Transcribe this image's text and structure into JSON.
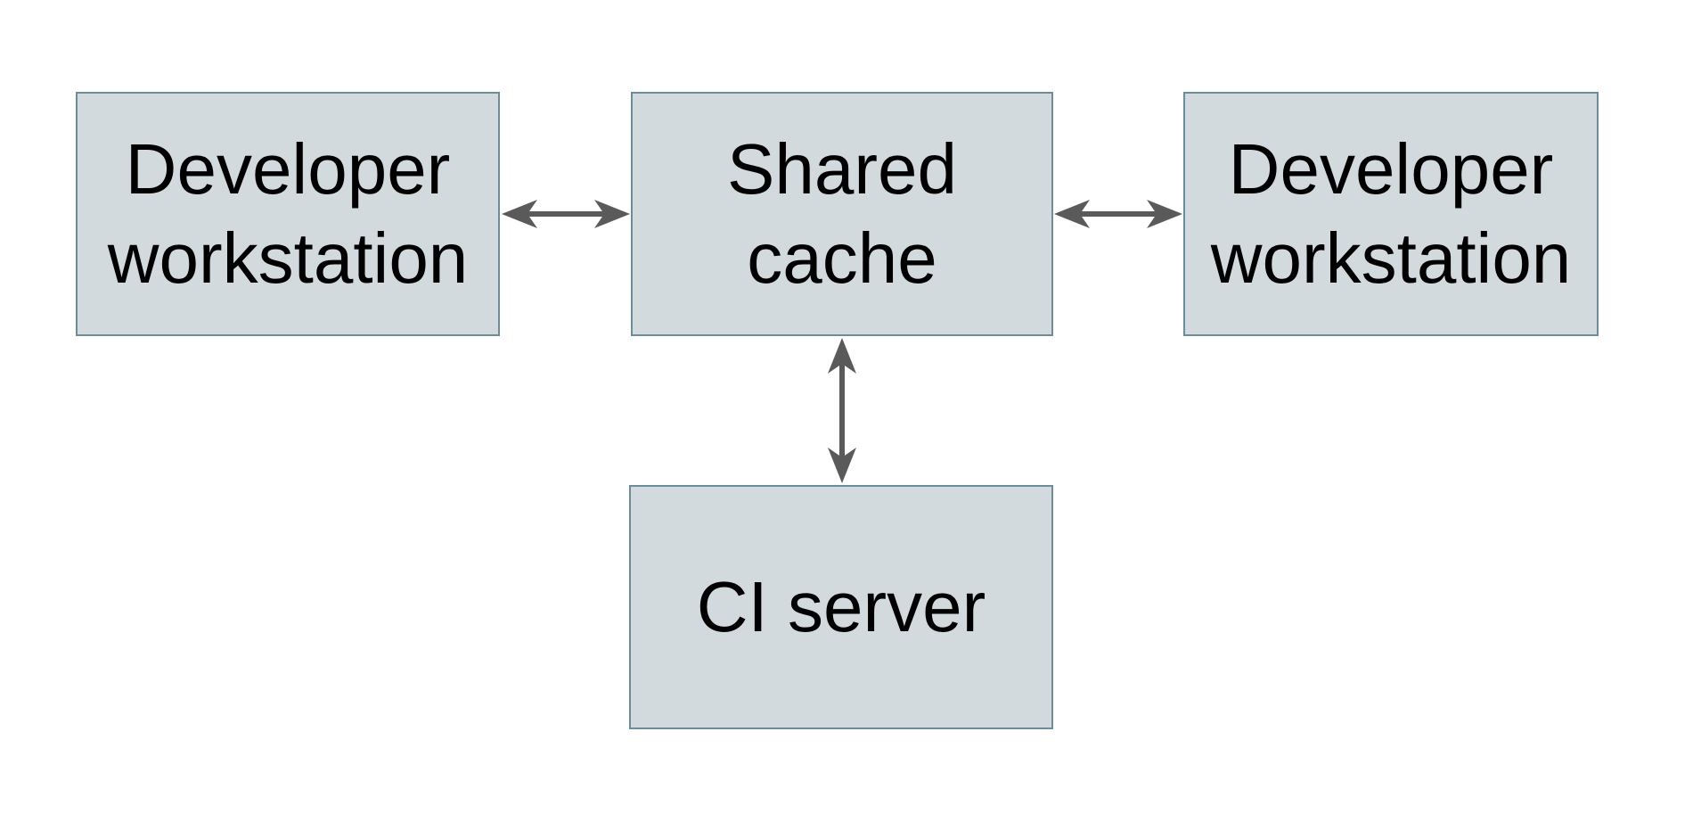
{
  "diagram": {
    "colors": {
      "background": "#ffffff",
      "node_fill": "#d3dadd",
      "node_border": "#6d8c9a",
      "arrow_color": "#5a5a5a",
      "text_color": "#000000"
    },
    "nodes": [
      {
        "id": "developer-workstation-left",
        "label": "Developer workstation"
      },
      {
        "id": "shared-cache",
        "label": "Shared cache"
      },
      {
        "id": "developer-workstation-right",
        "label": "Developer workstation"
      },
      {
        "id": "ci-server",
        "label": "CI server"
      }
    ],
    "edges": [
      {
        "from": "developer-workstation-left",
        "to": "shared-cache",
        "type": "bidirectional",
        "orientation": "horizontal"
      },
      {
        "from": "shared-cache",
        "to": "developer-workstation-right",
        "type": "bidirectional",
        "orientation": "horizontal"
      },
      {
        "from": "shared-cache",
        "to": "ci-server",
        "type": "bidirectional",
        "orientation": "vertical"
      }
    ]
  }
}
